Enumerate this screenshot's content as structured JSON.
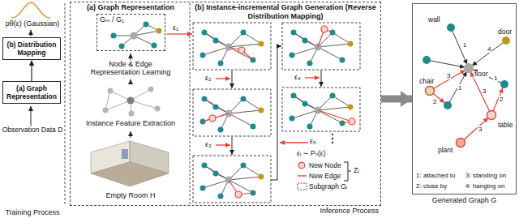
{
  "diagram": {
    "nodes": [
      {
        "text": [
          "(b) Distribution Mapping"
        ]
      },
      {
        "text": [
          "(a) Graph Representation"
        ]
      },
      {
        "text": [
          "Inference Process"
        ]
      },
      {
        "text": [
          "(a) Graph Representation"
        ],
        "in": 2
      },
      {
        "text": [
          "(b) Instance-incremental Graph Generation (Reverse Distribution Mapping)"
        ],
        "in": 2
      },
      {
        "text": [
          "Gₘ / G₁"
        ],
        "in": 3
      },
      {
        "text": [
          "Generated Graph G"
        ]
      }
    ],
    "edges": [
      {
        "from": 1,
        "to": 0,
        "arrow": "to"
      },
      {
        "from": 2,
        "to": 6,
        "arrow": "to"
      }
    ],
    "labels": [
      "pθ(ε) (Gaussian)",
      "Observation Data D",
      "Training Process",
      "Node & Edge Representation Learning",
      "Instance Feature Extraction",
      "Empty Room H",
      "ε₁",
      "ε₂",
      "ε₃",
      "ε₄",
      "ε₅",
      "εᵢ ∼ Pₙ(ε)",
      "Zᵢ",
      "wall",
      "floor",
      "door",
      "chair",
      "table",
      "plant",
      "1",
      "4",
      "3",
      "2",
      "1",
      "1",
      "3",
      "2",
      "3",
      "1: attached to",
      "3: standing on",
      "2: close by",
      "4: hanging on"
    ],
    "legend": [
      {
        "text": "New Node"
      },
      {
        "text": "New Edge"
      },
      {
        "text": "Subgraph Gᵢ"
      }
    ]
  }
}
